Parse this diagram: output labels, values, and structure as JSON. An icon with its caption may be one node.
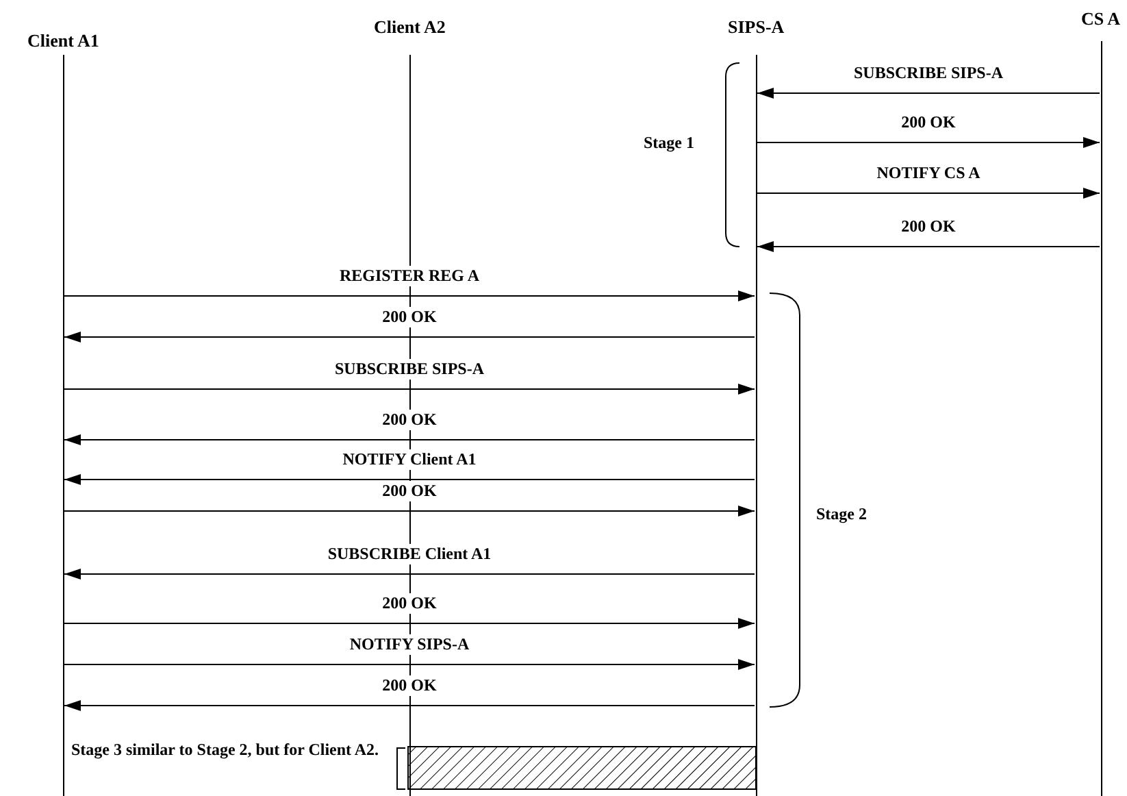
{
  "diagram": {
    "nodes": [
      {
        "text": [
          "Client A1"
        ]
      },
      {
        "text": [
          "Client A2"
        ]
      },
      {
        "text": [
          "SIPS-A"
        ]
      },
      {
        "text": [
          "CS A"
        ]
      },
      {
        "text": [],
        "shape": "box"
      }
    ],
    "edges": [
      {
        "from": 3,
        "to": 2,
        "arrow": "to",
        "label": "SUBSCRIBE SIPS-A"
      },
      {
        "from": 2,
        "to": 3,
        "arrow": "to",
        "label": "200 OK"
      },
      {
        "from": 2,
        "to": 3,
        "arrow": "to",
        "label": "NOTIFY CS A"
      },
      {
        "from": 3,
        "to": 2,
        "arrow": "to",
        "label": "200 OK"
      },
      {
        "from": 0,
        "to": 2,
        "arrow": "to",
        "label": "REGISTER REG A"
      },
      {
        "from": 2,
        "to": 0,
        "arrow": "to",
        "label": "200 OK"
      },
      {
        "from": 0,
        "to": 2,
        "arrow": "to",
        "label": "SUBSCRIBE SIPS-A"
      },
      {
        "from": 2,
        "to": 0,
        "arrow": "to",
        "label": "200 OK"
      },
      {
        "from": 2,
        "to": 0,
        "arrow": "to",
        "label": "NOTIFY Client A1"
      },
      {
        "from": 0,
        "to": 2,
        "arrow": "to",
        "label": "200 OK"
      },
      {
        "from": 2,
        "to": 0,
        "arrow": "to",
        "label": "SUBSCRIBE Client A1"
      },
      {
        "from": 0,
        "to": 2,
        "arrow": "to",
        "label": "200 OK"
      },
      {
        "from": 0,
        "to": 2,
        "arrow": "to",
        "label": "NOTIFY SIPS-A"
      },
      {
        "from": 2,
        "to": 0,
        "arrow": "to",
        "label": "200 OK"
      }
    ],
    "labels": [
      "Stage 1",
      "Stage 2",
      "Stage 3 similar to Stage 2, but for Client A2."
    ]
  }
}
